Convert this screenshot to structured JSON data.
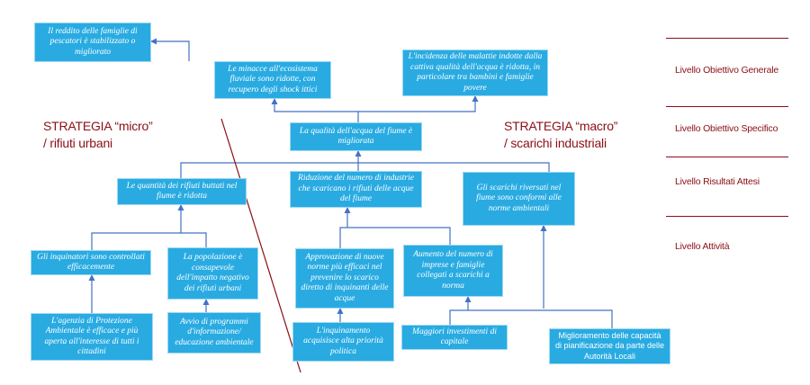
{
  "colors": {
    "box_fill": "#29abe2",
    "box_text": "#ffffff",
    "connector": "#4472c4",
    "accent": "#8b0f16",
    "rule": "#8b0f16"
  },
  "boxes": {
    "general_objective": "Il reddito delle famiglie di pescatori è stabilizzato o migliorato",
    "ecosystem_threats": "Le minacce all'ecosistema fluviale sono ridotte, con recupero degli shock ittici",
    "disease_incidence": "L'incidenza delle malattie indotte dalla cattiva qualità dell'acqua è ridotta, in particolare tra bambini e famiglie povere",
    "water_quality": "La qualità dell'acqua del fiume è migliorata",
    "urban_waste_reduced": "Le  quantità dei rifiuti buttati nel fiume è ridotta",
    "industries_reduced": "Riduzione del numero di industrie che scaricano i rifiuti delle acque del fiume",
    "discharges_compliant": "Gli scarichi riversati nel fiume sono conformi alle norme ambientali",
    "polluters_controlled": "Gli inquinatori sono controllati efficacemente",
    "population_aware": "La popolazione è consapevole dell'impatto negativo dei rifiuti urbani",
    "new_rules": "Approvazione di nuove norme più efficaci nel prevenire lo scarico diretto di inquinanti delle acque",
    "firms_connected": "Aumento del numero di imprese e famiglie collegati a scarichi a norma",
    "env_agency": "L'agenzia di Protezione Ambientale è efficace e più aperta all'interesse di tutti i cittadini",
    "info_programs": "Avvio di programmi d'informazione/ educazione ambientale",
    "pollution_priority": "L'inquinamento acquisisce alta priorità politica",
    "capital_investment": "Maggiori investimenti di capitale",
    "planning_capacity": "Miglioramento delle capacità di pianificazione da parte delle Autorità Locali"
  },
  "strategies": {
    "micro_line1": "STRATEGIA “micro”",
    "micro_line2": "/ rifiuti urbani",
    "macro_line1": "STRATEGIA “macro”",
    "macro_line2": "/ scarichi industriali"
  },
  "levels": {
    "general": "Livello Obiettivo Generale",
    "specific": "Livello Obiettivo Specifico",
    "results": "Livello Risultati Attesi",
    "activities": "Livello Attività"
  }
}
